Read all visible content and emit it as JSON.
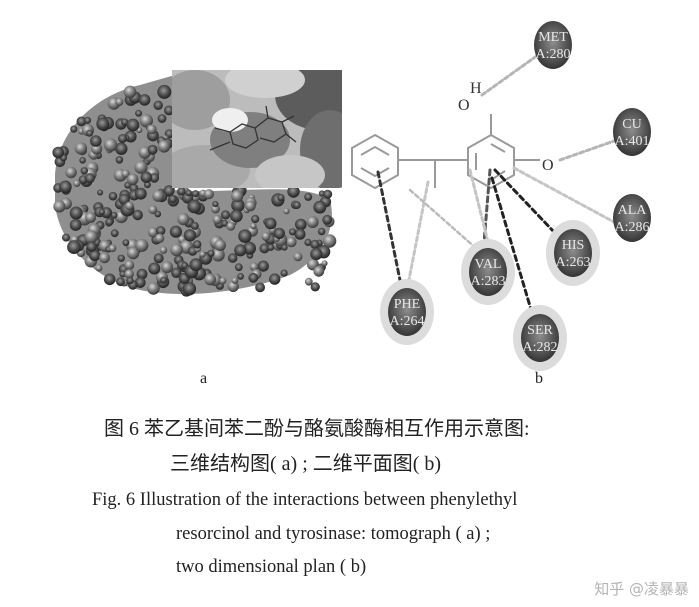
{
  "figure": {
    "panel_a_label": "a",
    "panel_b_label": "b",
    "residues": [
      {
        "name": "MET",
        "id": "A:280"
      },
      {
        "name": "CU",
        "id": "A:401"
      },
      {
        "name": "ALA",
        "id": "A:286"
      },
      {
        "name": "HIS",
        "id": "A:263"
      },
      {
        "name": "VAL",
        "id": "A:283"
      },
      {
        "name": "SER",
        "id": "A:282"
      },
      {
        "name": "PHE",
        "id": "A:264"
      }
    ],
    "atoms": {
      "o_top": "O",
      "h_top": "H",
      "o_right": "O"
    }
  },
  "caption": {
    "cn_line1": "图 6   苯乙基间苯二酚与酪氨酸酶相互作用示意图:",
    "cn_line2": "三维结构图( a) ; 二维平面图( b)",
    "en_line1": "Fig. 6    Illustration of the interactions between phenylethyl",
    "en_line2": "resorcinol and tyrosinase: tomograph ( a) ;",
    "en_line3": "two dimensional plan ( b)"
  },
  "watermark": "知乎 @凌暴暴"
}
